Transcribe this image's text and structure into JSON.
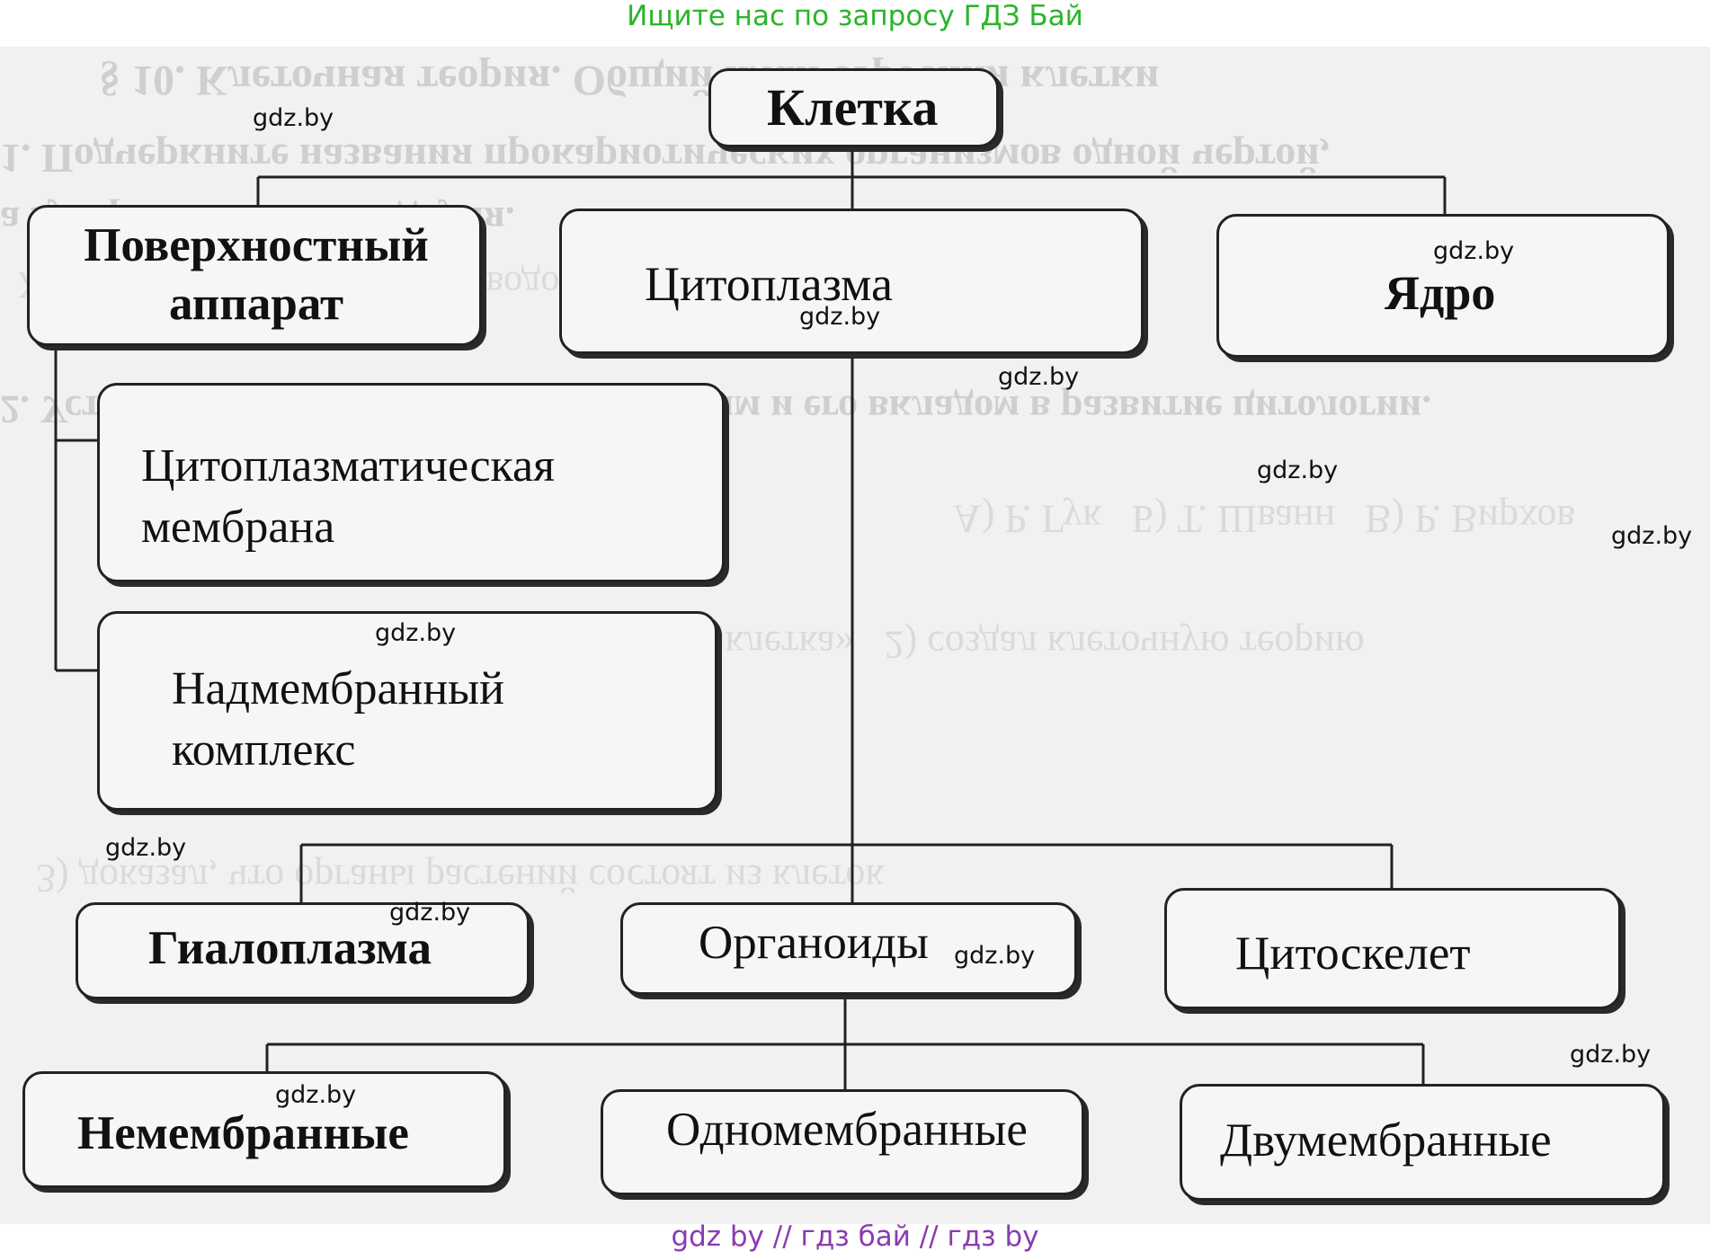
{
  "banner_top": "Ищите нас по запросу ГДЗ Бай",
  "banner_bottom": "gdz by  //  гдз бай  //  гдз by",
  "watermark": "gdz.by",
  "nodes": {
    "root": "Клетка",
    "surface": "Поверхностный аппарат",
    "cytoplasm": "Цитоплазма",
    "nucleus": "Ядро",
    "membrane": "Цитоплазматическая мембрана",
    "supramembrane": "Надмембранный комплекс",
    "hyaloplasm": "Гиалоплазма",
    "organoids": "Органоиды",
    "cytoskeleton": "Цитоскелет",
    "nonmembrane": "Немембранные",
    "singlemembrane": "Одномембранные",
    "doublemembrane": "Двумембранные"
  },
  "colors": {
    "banner_top": "#2bb52b",
    "banner_bottom": "#8a3cb0",
    "line": "#222222",
    "node_fill": "#f6f6f6",
    "scan_bg": "#f1f1f1"
  }
}
